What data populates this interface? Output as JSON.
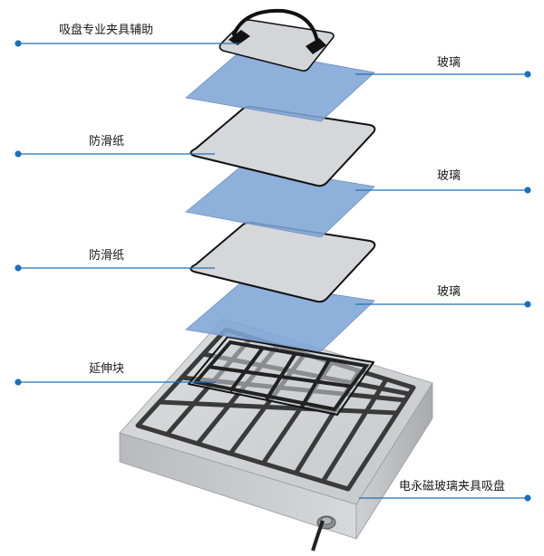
{
  "labels": {
    "suction_cup_tool": "吸盘专业夹具辅助",
    "glass_1": "玻璃",
    "anti_slip_paper_1": "防滑纸",
    "glass_2": "玻璃",
    "anti_slip_paper_2": "防滑纸",
    "glass_3": "玻璃",
    "extension_block": "延伸块",
    "magnetic_chuck": "电永磁玻璃夹具吸盘"
  },
  "colors": {
    "callout_blue": "#1f6fb8",
    "glass_fill": "#7fa5d6",
    "paper_fill": "#d6d7da",
    "base_top": "#d2d3d6",
    "base_side": "#c3c4c7",
    "grid_dark": "#3a3a3a"
  }
}
